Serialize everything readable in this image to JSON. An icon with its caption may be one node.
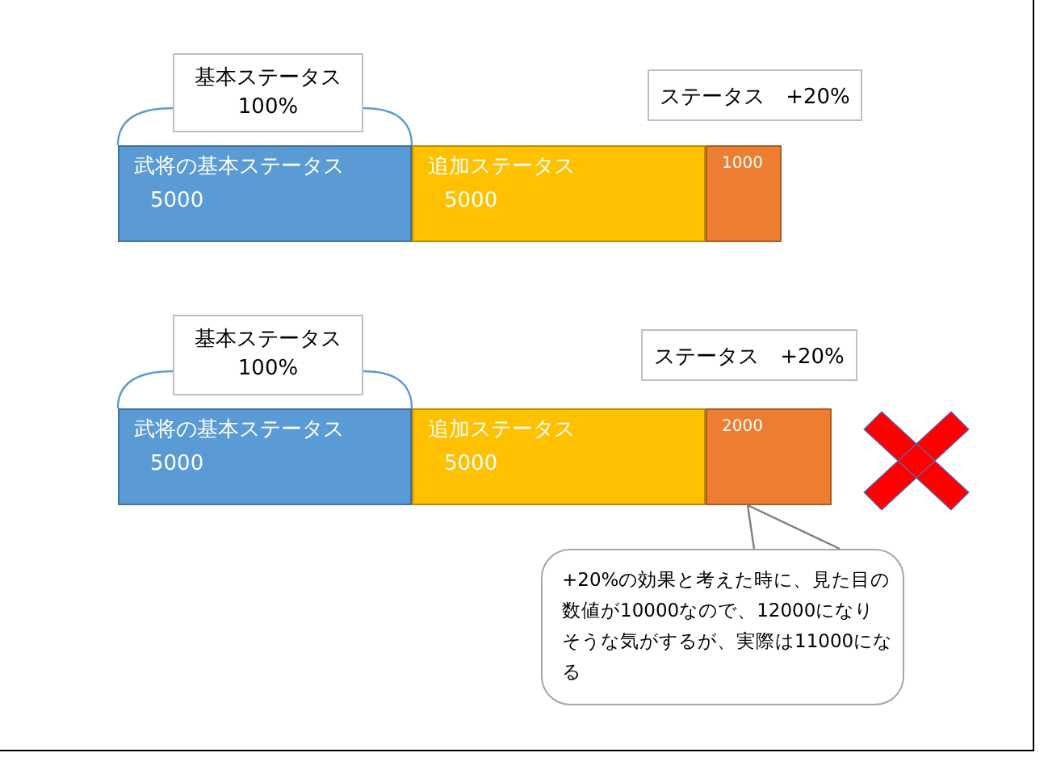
{
  "diagram": {
    "nodes": [
      {
        "text": [
          "基本ステータス",
          "100%"
        ]
      },
      {
        "text": [
          "ステータス　+20%"
        ]
      },
      {
        "text": [
          "武将の基本ステータス",
          "5000"
        ]
      },
      {
        "text": [
          "追加ステータス",
          "5000"
        ]
      },
      {
        "text": [
          "1000"
        ]
      },
      {
        "text": [
          "基本ステータス",
          "100%"
        ]
      },
      {
        "text": [
          "ステータス　+20%"
        ]
      },
      {
        "text": [
          "武将の基本ステータス",
          "5000"
        ]
      },
      {
        "text": [
          "追加ステータス",
          "5000"
        ]
      },
      {
        "text": [
          "2000"
        ]
      },
      {
        "text": [
          "+20%の効果と考えた時に、見た目の数値が10000なので、12000になりそうな気がするが、実際は11000になる"
        ]
      }
    ],
    "edges": [
      {
        "from": 10,
        "to": 9,
        "arrow": "none"
      }
    ]
  }
}
